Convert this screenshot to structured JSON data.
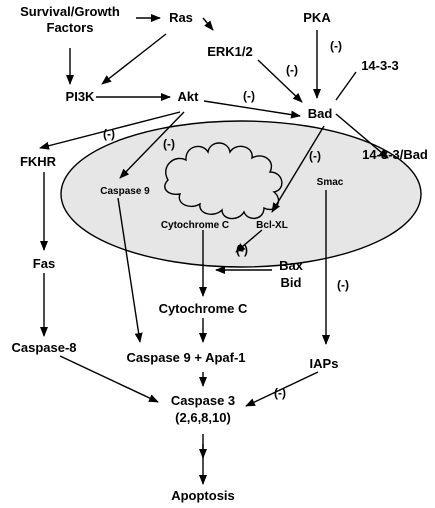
{
  "nodes": {
    "survival_line1": "Survival/Growth",
    "survival_line2": "Factors",
    "ras": "Ras",
    "pka": "PKA",
    "erk": "ERK1/2",
    "pi3k": "PI3K",
    "akt": "Akt",
    "bad": "Bad",
    "p1433": "14-3-3",
    "p1433_bad": "14-3-3/Bad",
    "fkhr": "FKHR",
    "fas": "Fas",
    "caspase8": "Caspase-8",
    "caspase9_mito": "Caspase 9",
    "cytc_mito": "Cytochrome C",
    "bclxl": "Bcl-XL",
    "smac": "Smac",
    "bax": "Bax",
    "bid": "Bid",
    "cytc": "Cytochrome C",
    "casp9_apaf": "Caspase 9 + Apaf-1",
    "iaps": "IAPs",
    "caspase3_line1": "Caspase 3",
    "caspase3_line2": "(2,6,8,10)",
    "apoptosis": "Apoptosis"
  },
  "inhibition_marks": {
    "pka_bad": "(-)",
    "erk_bad": "(-)",
    "akt_bad": "(-)",
    "akt_fkhr": "(-)",
    "akt_casp9": "(-)",
    "bad_bclxl": "(-)",
    "bclxl_cytc": "(-)",
    "smac_iaps": "(-)",
    "iaps_casp3": "(-)"
  },
  "colors": {
    "mitochondrion_fill": "#e6e6e6",
    "stroke": "#000000"
  }
}
